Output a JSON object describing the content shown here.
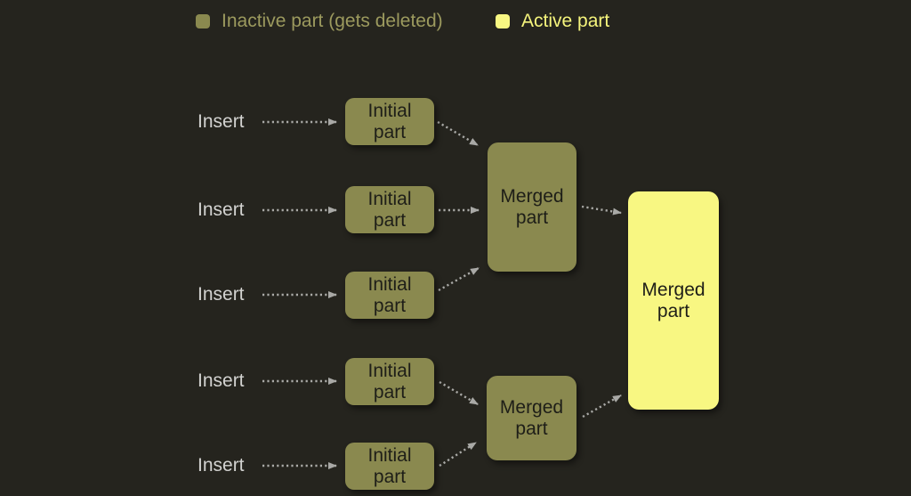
{
  "legend": {
    "inactive_label": "Inactive part (gets deleted)",
    "active_label": "Active part"
  },
  "diagram": {
    "inserts": [
      "Insert",
      "Insert",
      "Insert",
      "Insert",
      "Insert"
    ],
    "initial_parts": [
      "Initial part",
      "Initial part",
      "Initial part",
      "Initial part",
      "Initial part"
    ],
    "merged_inactive_parts": [
      "Merged part",
      "Merged part"
    ],
    "merged_active_part": "Merged part"
  },
  "colors": {
    "background": "#25241e",
    "inactive_part": "#8a894f",
    "active_part": "#f8f782",
    "arrow": "#a9a9a6",
    "insert_text": "#d2d2d0",
    "inactive_legend_text": "#9c9a5e",
    "active_legend_text": "#f5f47c",
    "box_text": "#1e1e18"
  }
}
